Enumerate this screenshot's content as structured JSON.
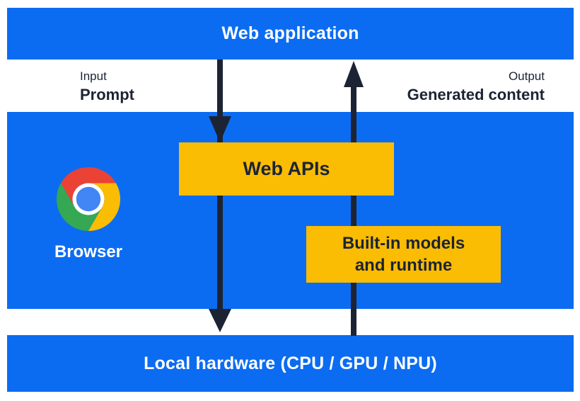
{
  "colors": {
    "blue": "#0b6cf2",
    "yellow": "#fbbc04",
    "navy": "#1c2433",
    "white": "#ffffff",
    "chrome-red": "#ea4335",
    "chrome-yellow": "#fbbc04",
    "chrome-green": "#34a853",
    "chrome-blue": "#4285f4"
  },
  "top_bar": {
    "label": "Web application"
  },
  "flow_labels": {
    "input": {
      "caption": "Input",
      "value": "Prompt"
    },
    "output": {
      "caption": "Output",
      "value": "Generated content"
    }
  },
  "browser": {
    "label": "Browser",
    "icon": "chrome-icon"
  },
  "boxes": {
    "web_apis": {
      "label": "Web APIs"
    },
    "builtin": {
      "line1": "Built-in models",
      "line2": "and runtime"
    }
  },
  "bottom_bar": {
    "label": "Local hardware (CPU / GPU / NPU)"
  },
  "arrows": {
    "down": "prompt-flow-down-arrow",
    "up": "generated-content-up-arrow"
  }
}
